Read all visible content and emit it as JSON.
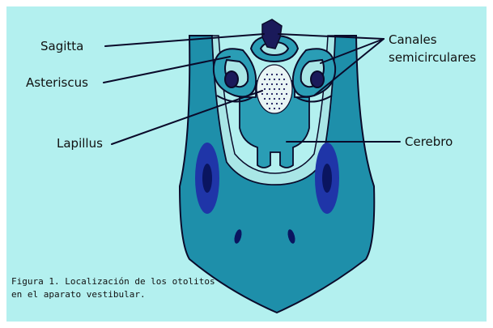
{
  "diagram": {
    "labels": {
      "sagitta": "Sagitta",
      "asteriscus": "Asteriscus",
      "lapillus": "Lapillus",
      "canales_line1": "Canales",
      "canales_line2": "semicirculares",
      "cerebro": "Cerebro"
    },
    "caption": {
      "line1": "Figura 1. Localización de los otolitos",
      "line2": "en el aparato vestibular."
    },
    "colors": {
      "background": "#b3f0ef",
      "head": "#1e8faa",
      "head_light": "#a9e6e6",
      "eye": "#1f35a8",
      "pupil": "#0a1560",
      "otolith_dark": "#1a1a5a",
      "canal_fill": "#2a9db5",
      "outline": "#0a0a2a"
    }
  }
}
